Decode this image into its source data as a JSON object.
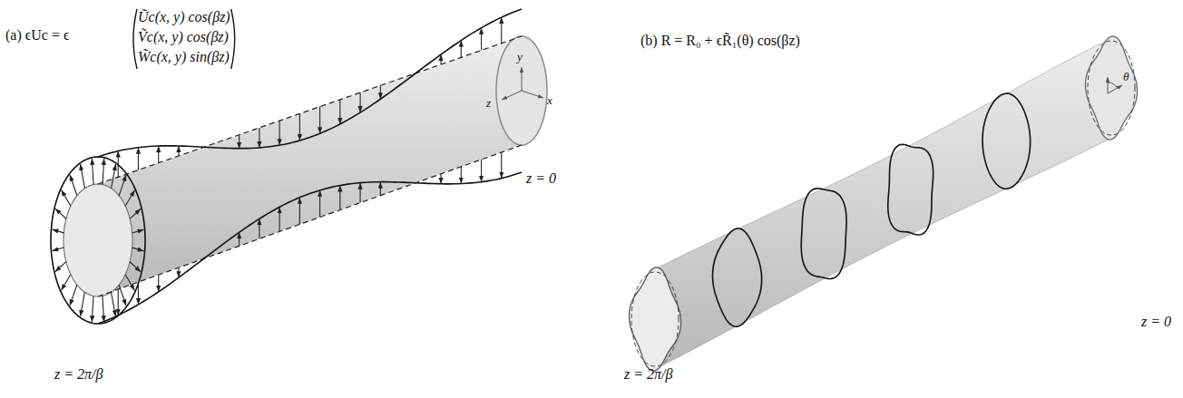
{
  "diagram": {
    "labels": [
      "(a) ϵUc = ϵ",
      "Ũc(x, y) cos(βz)",
      "Ṽc(x, y) cos(βz)",
      "W̃c(x, y) sin(βz)",
      "y",
      "z",
      "x",
      "z = 0",
      "z = 2π/β",
      "(b) R = R₀ + ϵR̃₁(θ) cos(βz)",
      "θ",
      "z = 0",
      "z = 2π/β"
    ]
  }
}
